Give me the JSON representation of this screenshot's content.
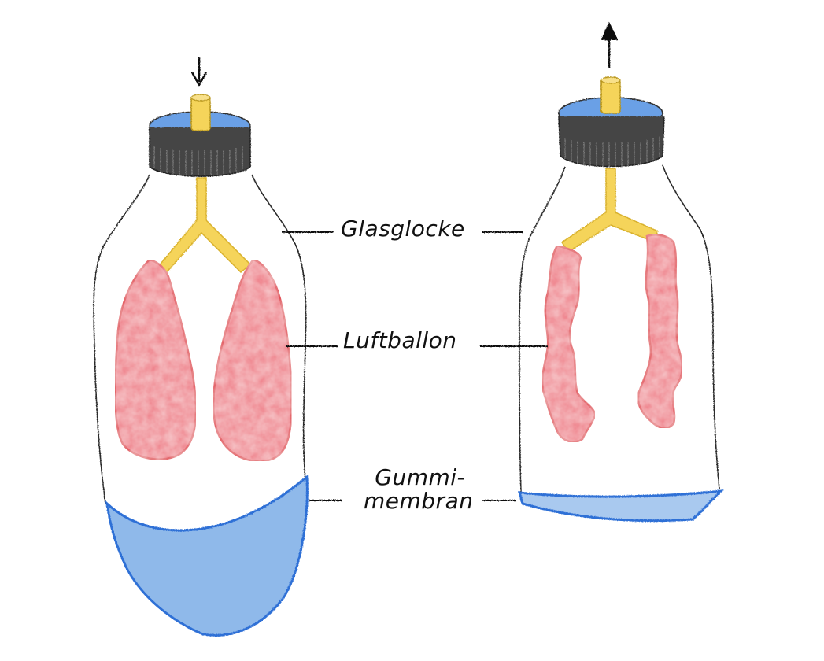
{
  "labels": {
    "glasglocke": "Glasglocke",
    "luftballon": "Luftballon",
    "gummimembran_line1": "Gummi-",
    "gummimembran_line2": "membran"
  },
  "colors": {
    "outline": "#222222",
    "tube": "#f5d45a",
    "tube_edge": "#d9b22e",
    "balloon_fill": "#ef7b86",
    "balloon_edge": "#e0303c",
    "membrane_fill": "#8fb9ea",
    "membrane_edge": "#2f6fd6",
    "cap": "#444444",
    "cap_top": "#6aa0e6"
  },
  "icons": [
    "arrow-down-icon",
    "arrow-up-icon"
  ]
}
